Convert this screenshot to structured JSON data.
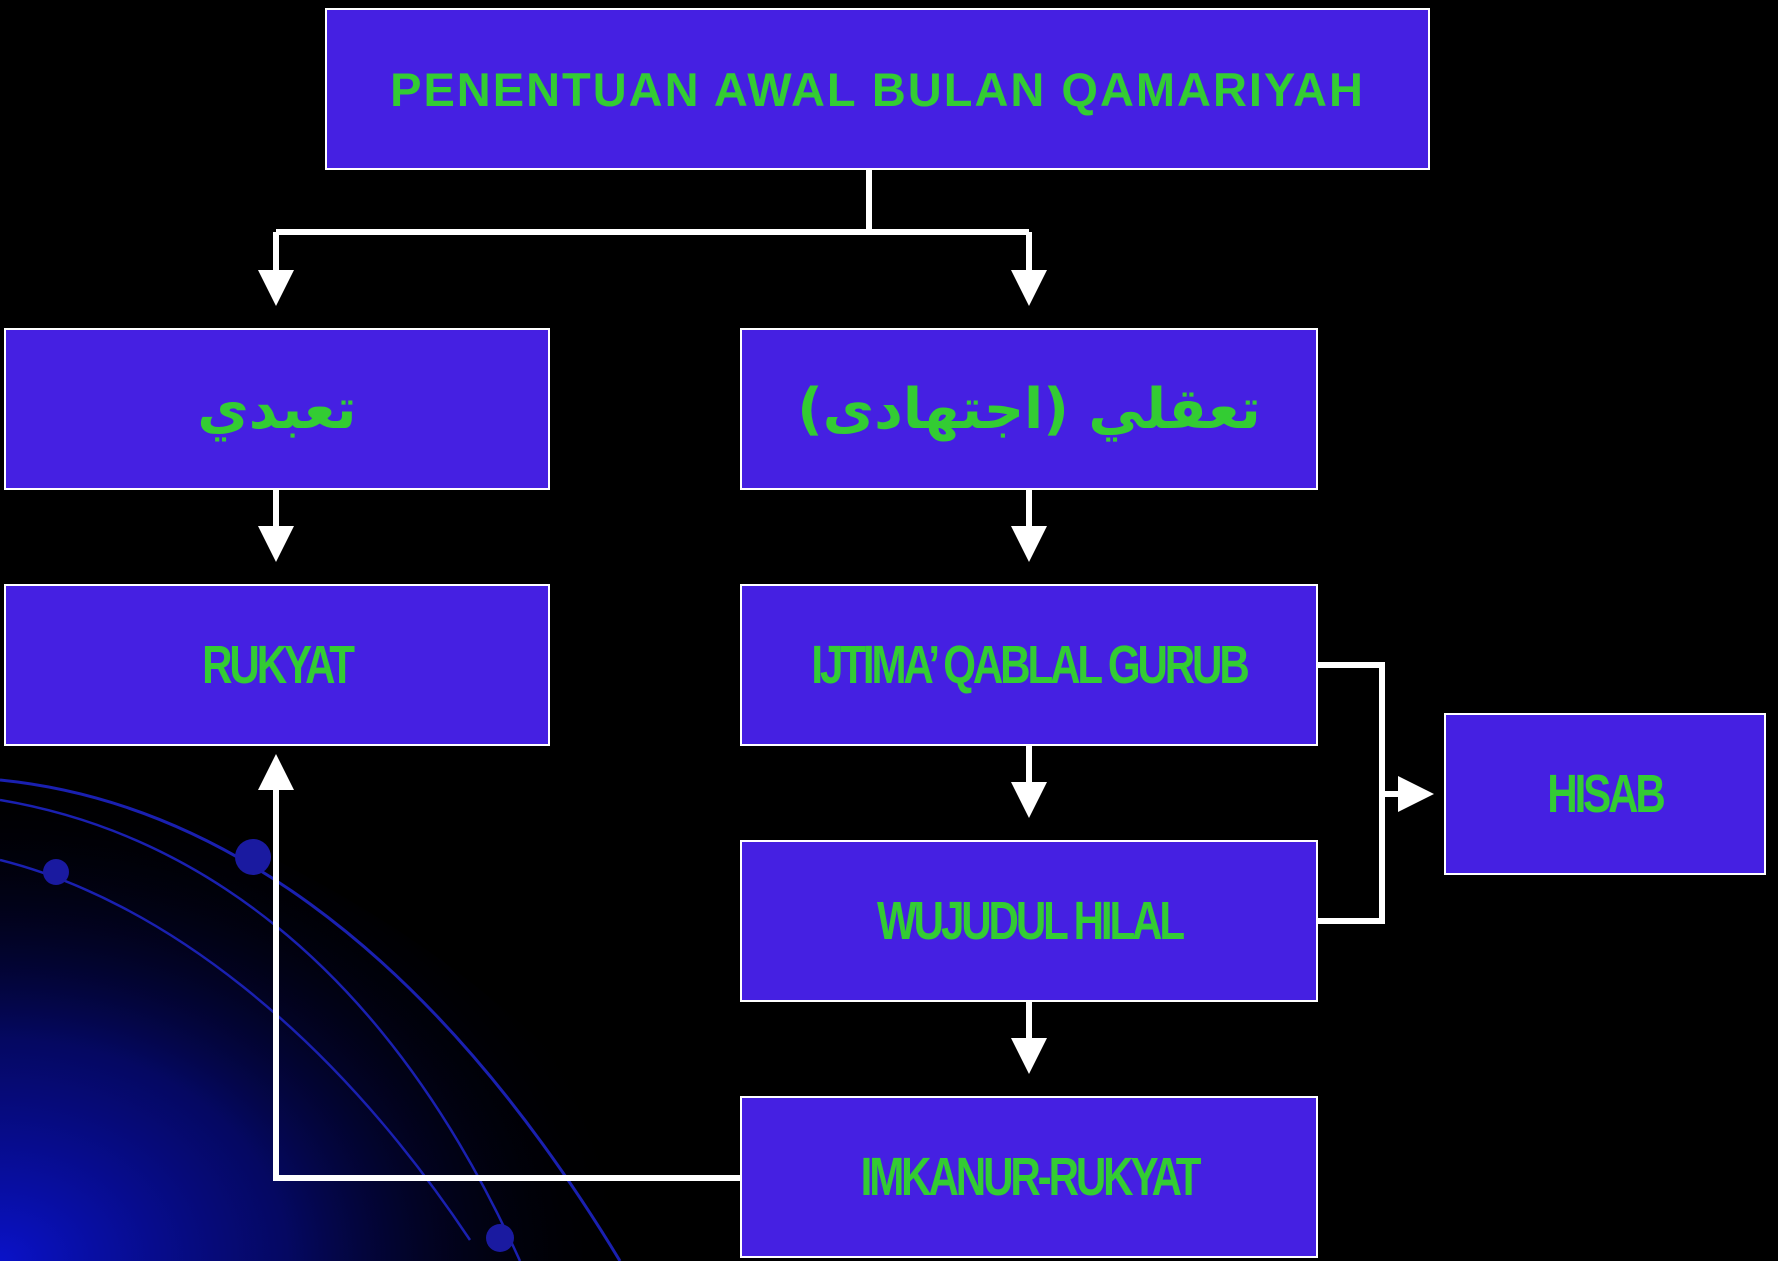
{
  "diagram": {
    "title": "PENENTUAN AWAL BULAN QAMARIYAH",
    "ta_abbudi": "تعبدي",
    "ta_aqquli": "تعقلي (اجتهادى)",
    "rukyat": "RUKYAT",
    "ijtima": "IJTIMA’ QABLAL GURUB",
    "wujudul_hilal": "WUJUDUL HILAL",
    "imkanur_rukyat": "IMKANUR-RUKYAT",
    "hisab": "HISAB"
  },
  "colors": {
    "background": "#000000",
    "box_fill": "#4520e2",
    "box_border": "#ffffff",
    "text": "#33cc33",
    "connector": "#ffffff",
    "deco_blue": "#0a0aa8"
  }
}
